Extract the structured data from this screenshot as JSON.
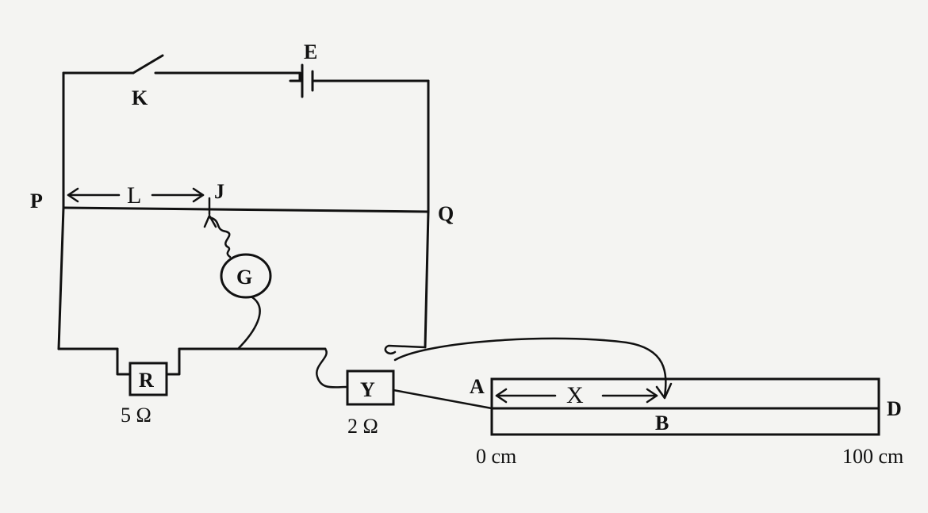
{
  "labels": {
    "K": "K",
    "E": "E",
    "P": "P",
    "L": "L",
    "J": "J",
    "Q": "Q",
    "G": "G",
    "R": "R",
    "R_value": "5 Ω",
    "Y": "Y",
    "Y_value": "2 Ω",
    "A": "A",
    "X": "X",
    "B": "B",
    "D": "D",
    "scale_start": "0 cm",
    "scale_end": "100 cm"
  }
}
